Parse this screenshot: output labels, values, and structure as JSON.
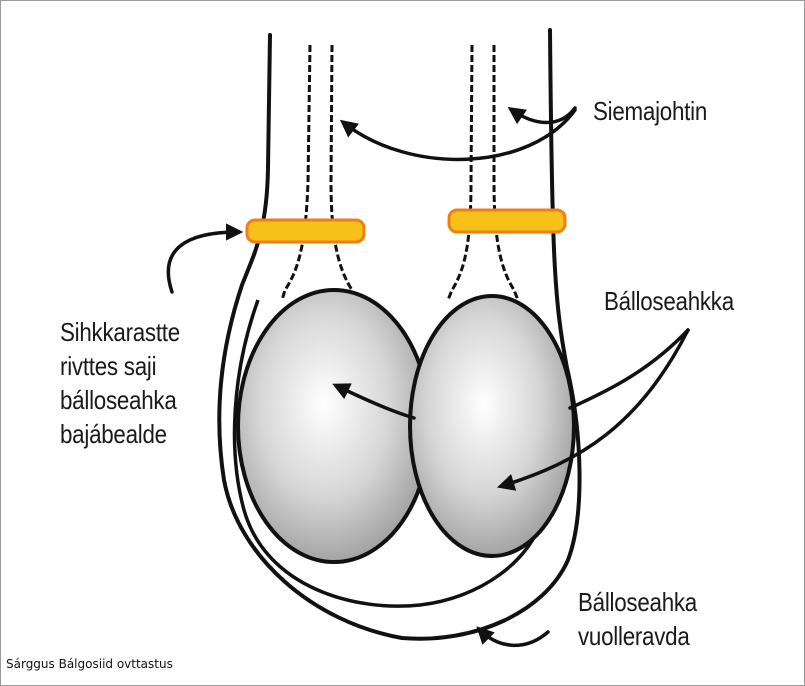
{
  "labels": {
    "siemajohtin": "Siemajohtin",
    "balloseahkka": "Bálloseahkka",
    "sihkkarastte": [
      "Sihkkarastte",
      "rivttes saji",
      "bálloseahka",
      "bajábealde"
    ],
    "vuolleravda": [
      "Bálloseahka",
      "vuolleravda"
    ]
  },
  "caption": "Sárggus Bálgosiid ovttastus",
  "colors": {
    "outline": "#111111",
    "ring_fill": "#f6c21a",
    "ring_stroke": "#ef7f14",
    "testis_light": "#ffffff",
    "testis_dark": "#9c9c9c"
  }
}
